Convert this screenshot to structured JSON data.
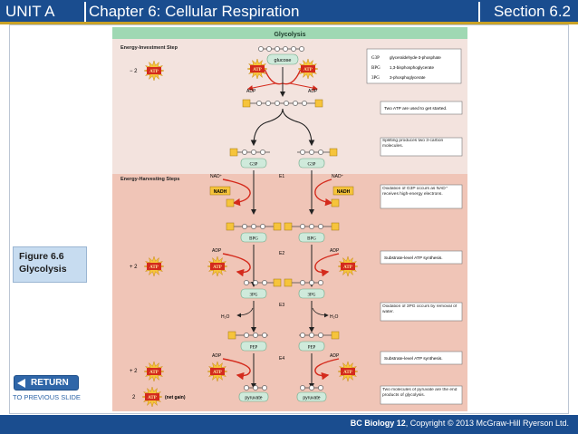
{
  "header": {
    "unit": "UNIT A",
    "chapter": "Chapter 6: Cellular Respiration",
    "section": "Section 6.2"
  },
  "sidebar": {
    "figure_number": "Figure 6.6",
    "figure_title": "Glycolysis",
    "return_label": "RETURN",
    "previous_slide_label": "TO PREVIOUS SLIDE"
  },
  "diagram": {
    "title": "Glycolysis",
    "phase_investment": "Energy-Investment Step",
    "phase_harvesting": "Energy-Harvesting Steps",
    "legend": [
      {
        "abbr": "G3P",
        "name": "glyceraldehyde-3-phosphate"
      },
      {
        "abbr": "BPG",
        "name": "1,3-bisphosphoglycerate"
      },
      {
        "abbr": "3PG",
        "name": "3-phosphoglycerate"
      }
    ],
    "molecules": {
      "glucose": "glucose",
      "g3p": "G3P",
      "bpg": "BPG",
      "pg3": "3PG",
      "pep": "PEP",
      "pyruvate": "pyruvate"
    },
    "chem": {
      "atp": "ATP",
      "adp": "ADP",
      "nad": "NAD⁺",
      "nadh": "NADH",
      "water": "H₂O",
      "phosphate": "P",
      "carbon": "C"
    },
    "enzymes": [
      "E1",
      "E2",
      "E3",
      "E4"
    ],
    "balance": {
      "minus_two": "− 2",
      "plus_two": "+ 2",
      "two": "2",
      "net_gain": "(net gain)"
    },
    "notes": [
      "Two ATP are used to get started.",
      "Splitting produces two 3-carbon molecules.",
      "Oxidation of G3P occurs as NAD⁺ receives high-energy electrons.",
      "Substrate-level ATP synthesis.",
      "Oxidation of 3PG occurs by removal of water.",
      "Substrate-level ATP synthesis.",
      "Two molecules of pyruvate are the end products of glycolysis."
    ]
  },
  "footer": {
    "brand": "BC Biology 12",
    "copyright": ", Copyright © 2013 McGraw-Hill Ryerson Ltd."
  },
  "colors": {
    "header": "#1a4d8f",
    "investment_bg": "#f3e3de",
    "harvesting_bg": "#f0c5b7",
    "diagram_title_bg": "#9fd8b3",
    "molecule_fill": "#cfeadb",
    "atp_burst": "#f6c43b",
    "arrow_red": "#d42a1c"
  }
}
